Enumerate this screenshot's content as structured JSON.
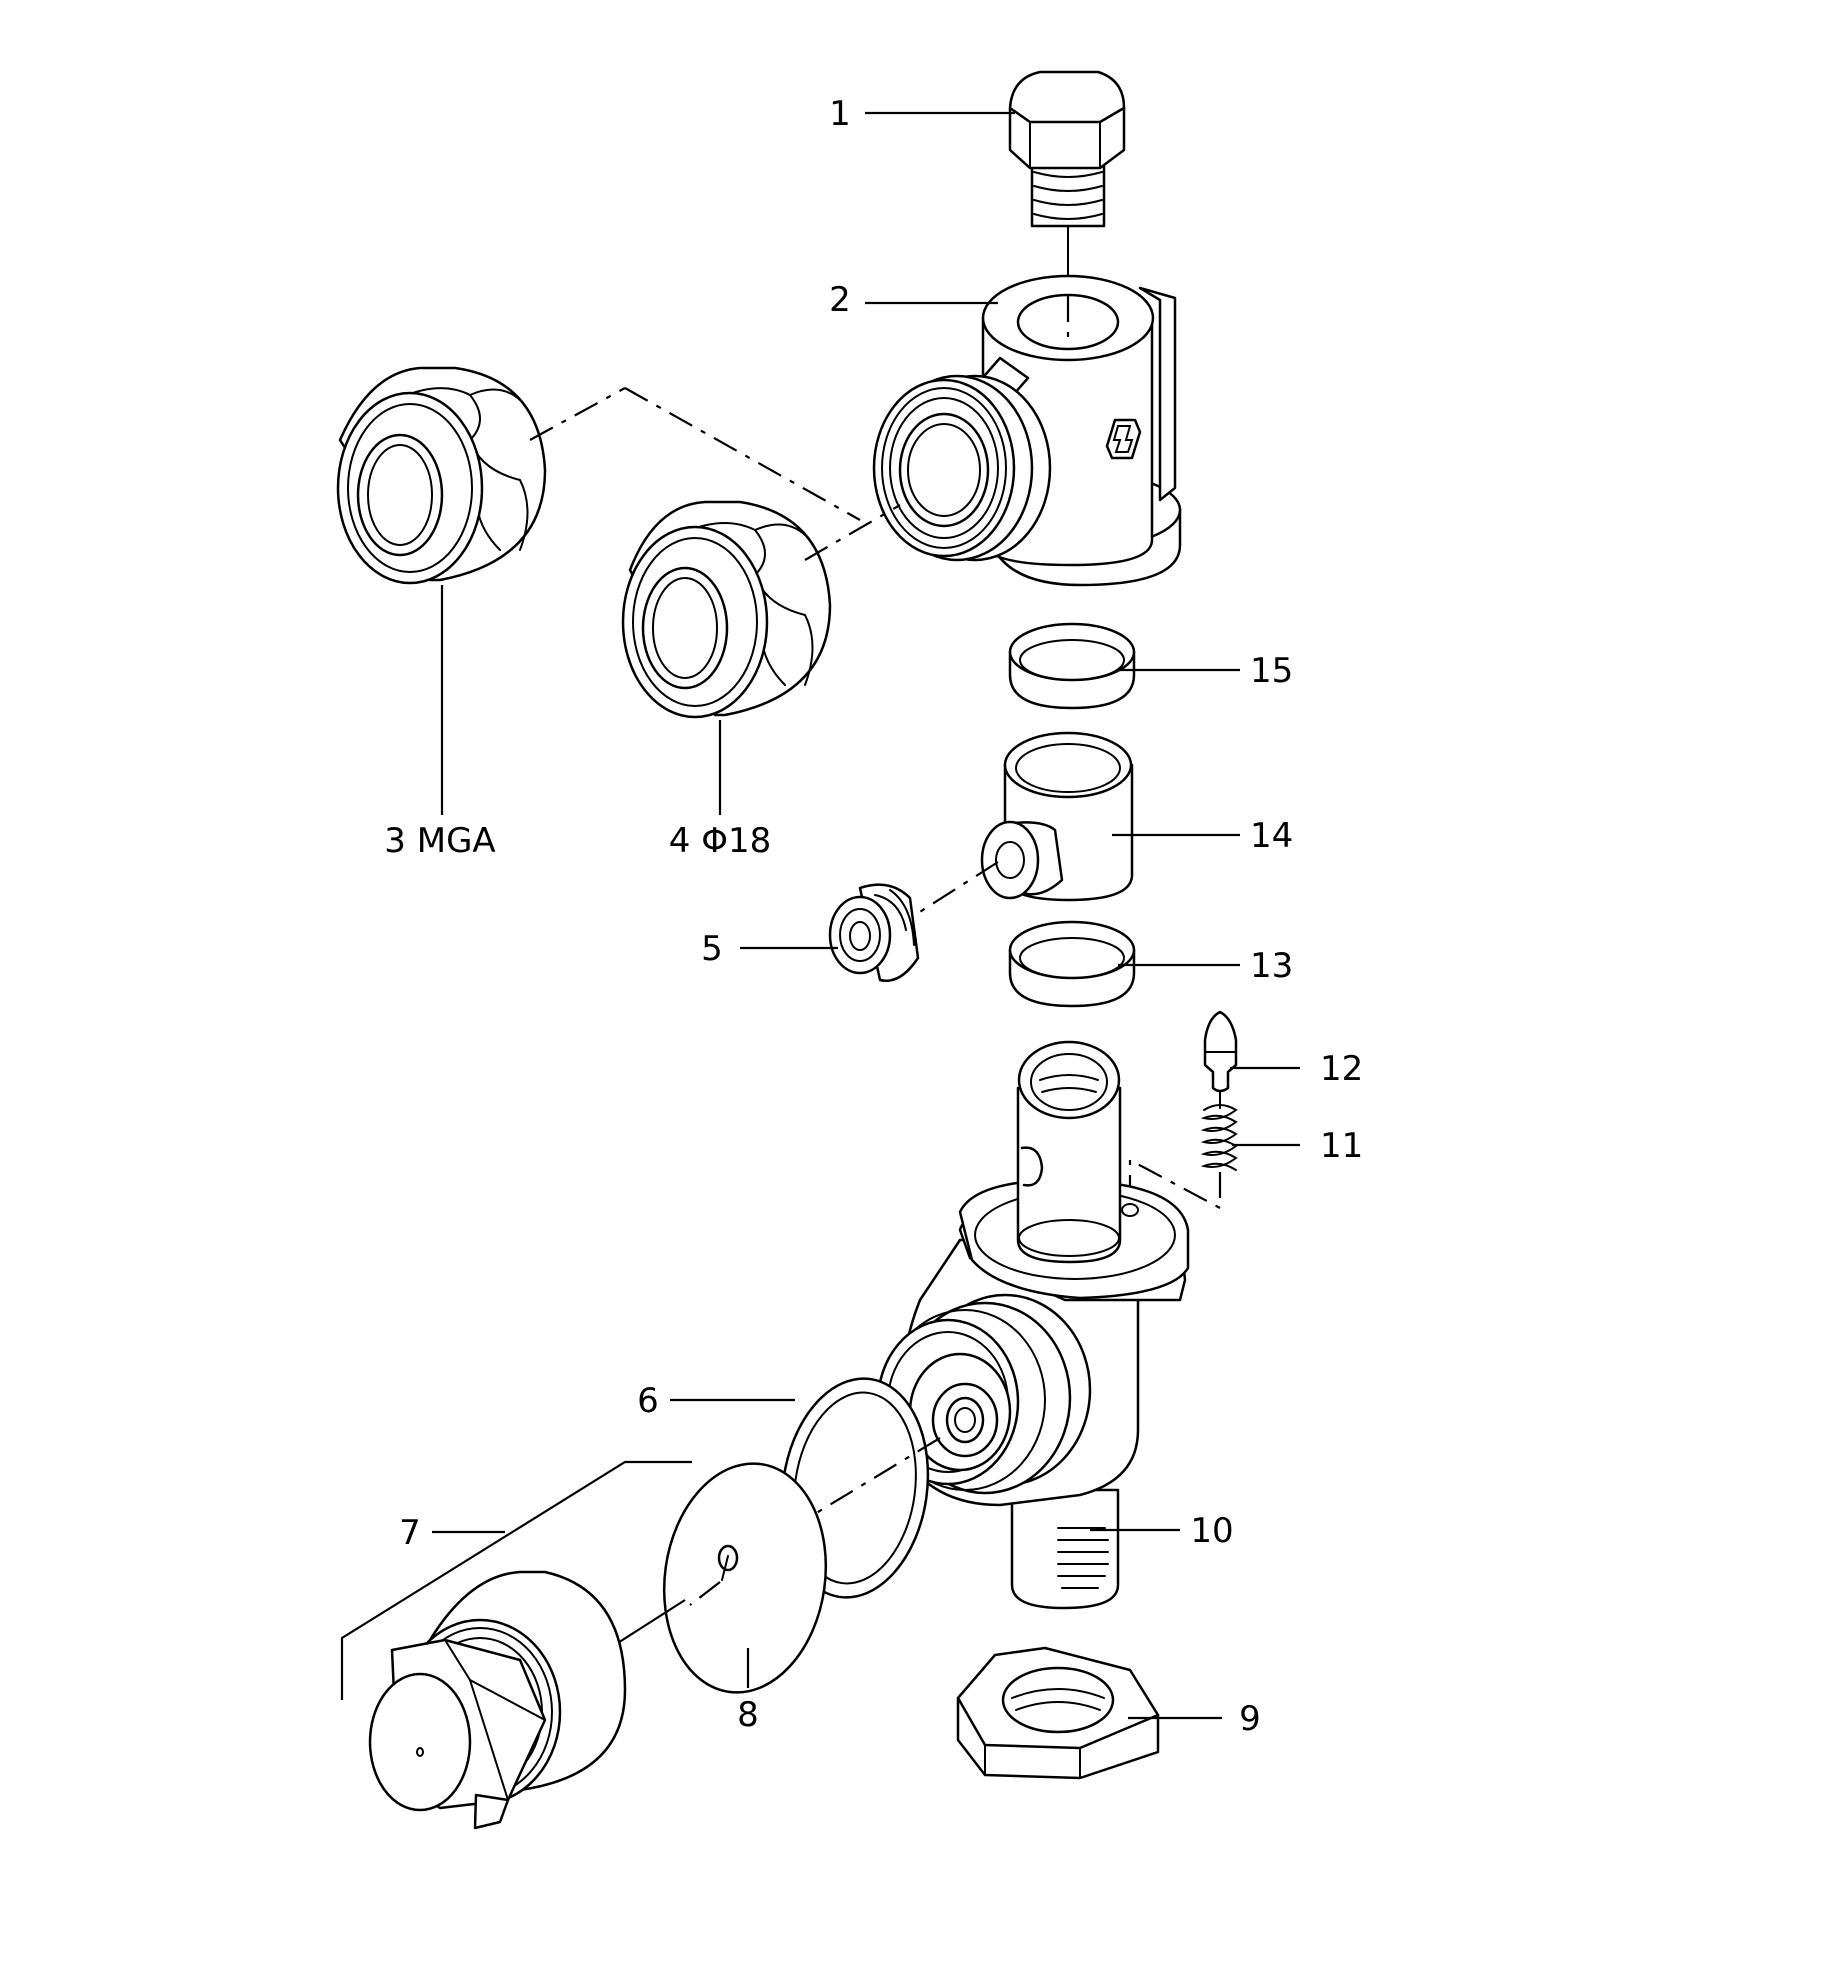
{
  "callouts": {
    "c1": "1",
    "c2": "2",
    "c3": "3 MGA",
    "c4": "4 Φ18",
    "c5": "5",
    "c6": "6",
    "c7": "7",
    "c8": "8",
    "c9": "9",
    "c10": "10",
    "c11": "11",
    "c12": "12",
    "c13": "13",
    "c14": "14",
    "c15": "15"
  }
}
